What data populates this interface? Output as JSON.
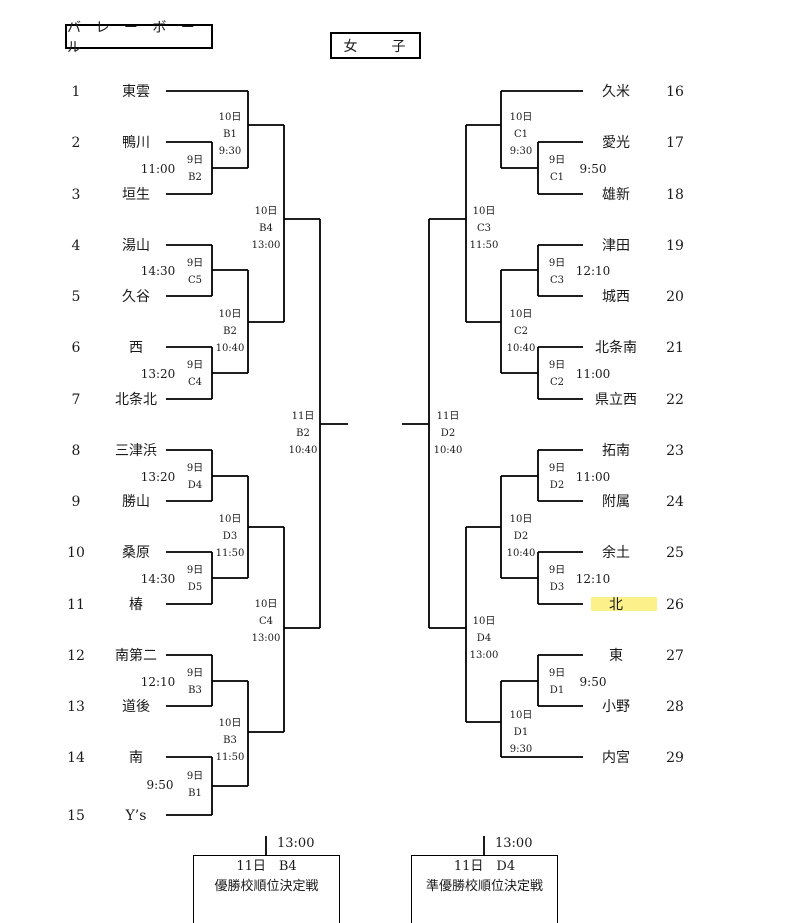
{
  "header": {
    "sport_title": "バ レ ー ボ ー ル",
    "gender_label": "女　　子"
  },
  "teams_left": [
    {
      "num": "1",
      "name": "東雲"
    },
    {
      "num": "2",
      "name": "鴨川"
    },
    {
      "num": "3",
      "name": "垣生"
    },
    {
      "num": "4",
      "name": "湯山"
    },
    {
      "num": "5",
      "name": "久谷"
    },
    {
      "num": "6",
      "name": "西"
    },
    {
      "num": "7",
      "name": "北条北"
    },
    {
      "num": "8",
      "name": "三津浜"
    },
    {
      "num": "9",
      "name": "勝山"
    },
    {
      "num": "10",
      "name": "桑原"
    },
    {
      "num": "11",
      "name": "椿"
    },
    {
      "num": "12",
      "name": "南第二"
    },
    {
      "num": "13",
      "name": "道後"
    },
    {
      "num": "14",
      "name": "南"
    },
    {
      "num": "15",
      "name": "Y’s"
    }
  ],
  "teams_right": [
    {
      "num": "16",
      "name": "久米"
    },
    {
      "num": "17",
      "name": "愛光"
    },
    {
      "num": "18",
      "name": "雄新"
    },
    {
      "num": "19",
      "name": "津田"
    },
    {
      "num": "20",
      "name": "城西"
    },
    {
      "num": "21",
      "name": "北条南"
    },
    {
      "num": "22",
      "name": "県立西"
    },
    {
      "num": "23",
      "name": "拓南"
    },
    {
      "num": "24",
      "name": "附属"
    },
    {
      "num": "25",
      "name": "余土"
    },
    {
      "num": "26",
      "name": "北",
      "highlight": true
    },
    {
      "num": "27",
      "name": "東"
    },
    {
      "num": "28",
      "name": "小野"
    },
    {
      "num": "29",
      "name": "内宮"
    }
  ],
  "match_labels": [
    {
      "day": "10日",
      "court": "B1",
      "time": "9:30"
    },
    {
      "day": "9日",
      "court": "B2",
      "time": "11:00"
    },
    {
      "day": "10日",
      "court": "B4",
      "time": "13:00"
    },
    {
      "day": "9日",
      "court": "C5",
      "time": "14:30"
    },
    {
      "day": "10日",
      "court": "B2",
      "time": "10:40"
    },
    {
      "day": "9日",
      "court": "C4",
      "time": "13:20"
    },
    {
      "day": "11日",
      "court": "B2",
      "time": "10:40"
    },
    {
      "day": "9日",
      "court": "D4",
      "time": "13:20"
    },
    {
      "day": "10日",
      "court": "D3",
      "time": "11:50"
    },
    {
      "day": "9日",
      "court": "D5",
      "time": "14:30"
    },
    {
      "day": "10日",
      "court": "C4",
      "time": "13:00"
    },
    {
      "day": "9日",
      "court": "B3",
      "time": "12:10"
    },
    {
      "day": "10日",
      "court": "B3",
      "time": "11:50"
    },
    {
      "day": "9日",
      "court": "B1",
      "time": "9:50"
    },
    {
      "day": "10日",
      "court": "C1",
      "time": "9:30"
    },
    {
      "day": "9日",
      "court": "C1",
      "time": "9:50"
    },
    {
      "day": "10日",
      "court": "C3",
      "time": "11:50"
    },
    {
      "day": "9日",
      "court": "C3",
      "time": "12:10"
    },
    {
      "day": "10日",
      "court": "C2",
      "time": "10:40"
    },
    {
      "day": "9日",
      "court": "C2",
      "time": "11:00"
    },
    {
      "day": "11日",
      "court": "D2",
      "time": "10:40"
    },
    {
      "day": "9日",
      "court": "D2",
      "time": "11:00"
    },
    {
      "day": "10日",
      "court": "D2",
      "time": "10:40"
    },
    {
      "day": "9日",
      "court": "D3",
      "time": "12:10"
    },
    {
      "day": "10日",
      "court": "D4",
      "time": "13:00"
    },
    {
      "day": "9日",
      "court": "D1",
      "time": "9:50"
    },
    {
      "day": "10日",
      "court": "D1",
      "time": "9:30"
    }
  ],
  "finals": [
    {
      "time": "13:00",
      "match": "11日　B4",
      "title": "優勝校順位決定戦"
    },
    {
      "time": "13:00",
      "match": "11日　D4",
      "title": "準優勝校順位決定戦"
    }
  ],
  "colors": {
    "highlight": "#fbf08a",
    "line": "#000000"
  }
}
